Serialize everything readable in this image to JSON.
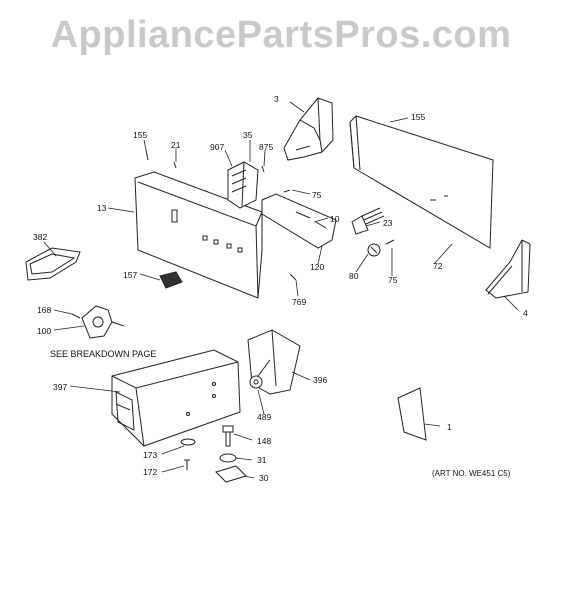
{
  "watermark": "AppliancePartsPros.com",
  "labels": {
    "p3": "3",
    "p155a": "155",
    "p155b": "155",
    "p21": "21",
    "p907": "907",
    "p35": "35",
    "p875": "875",
    "p13": "13",
    "p75a": "75",
    "p10": "10",
    "p23": "23",
    "p382": "382",
    "p120": "120",
    "p80": "80",
    "p75b": "75",
    "p72": "72",
    "p157": "157",
    "p769": "769",
    "p4": "4",
    "p168": "168",
    "p100": "100",
    "p397": "397",
    "p396": "396",
    "p489": "489",
    "p1": "1",
    "p148": "148",
    "p173": "173",
    "p31": "31",
    "p172": "172",
    "p30": "30"
  },
  "notes": {
    "breakdown": "SEE BREAKDOWN PAGE",
    "artno": "(ART NO. WE451 C5)"
  }
}
